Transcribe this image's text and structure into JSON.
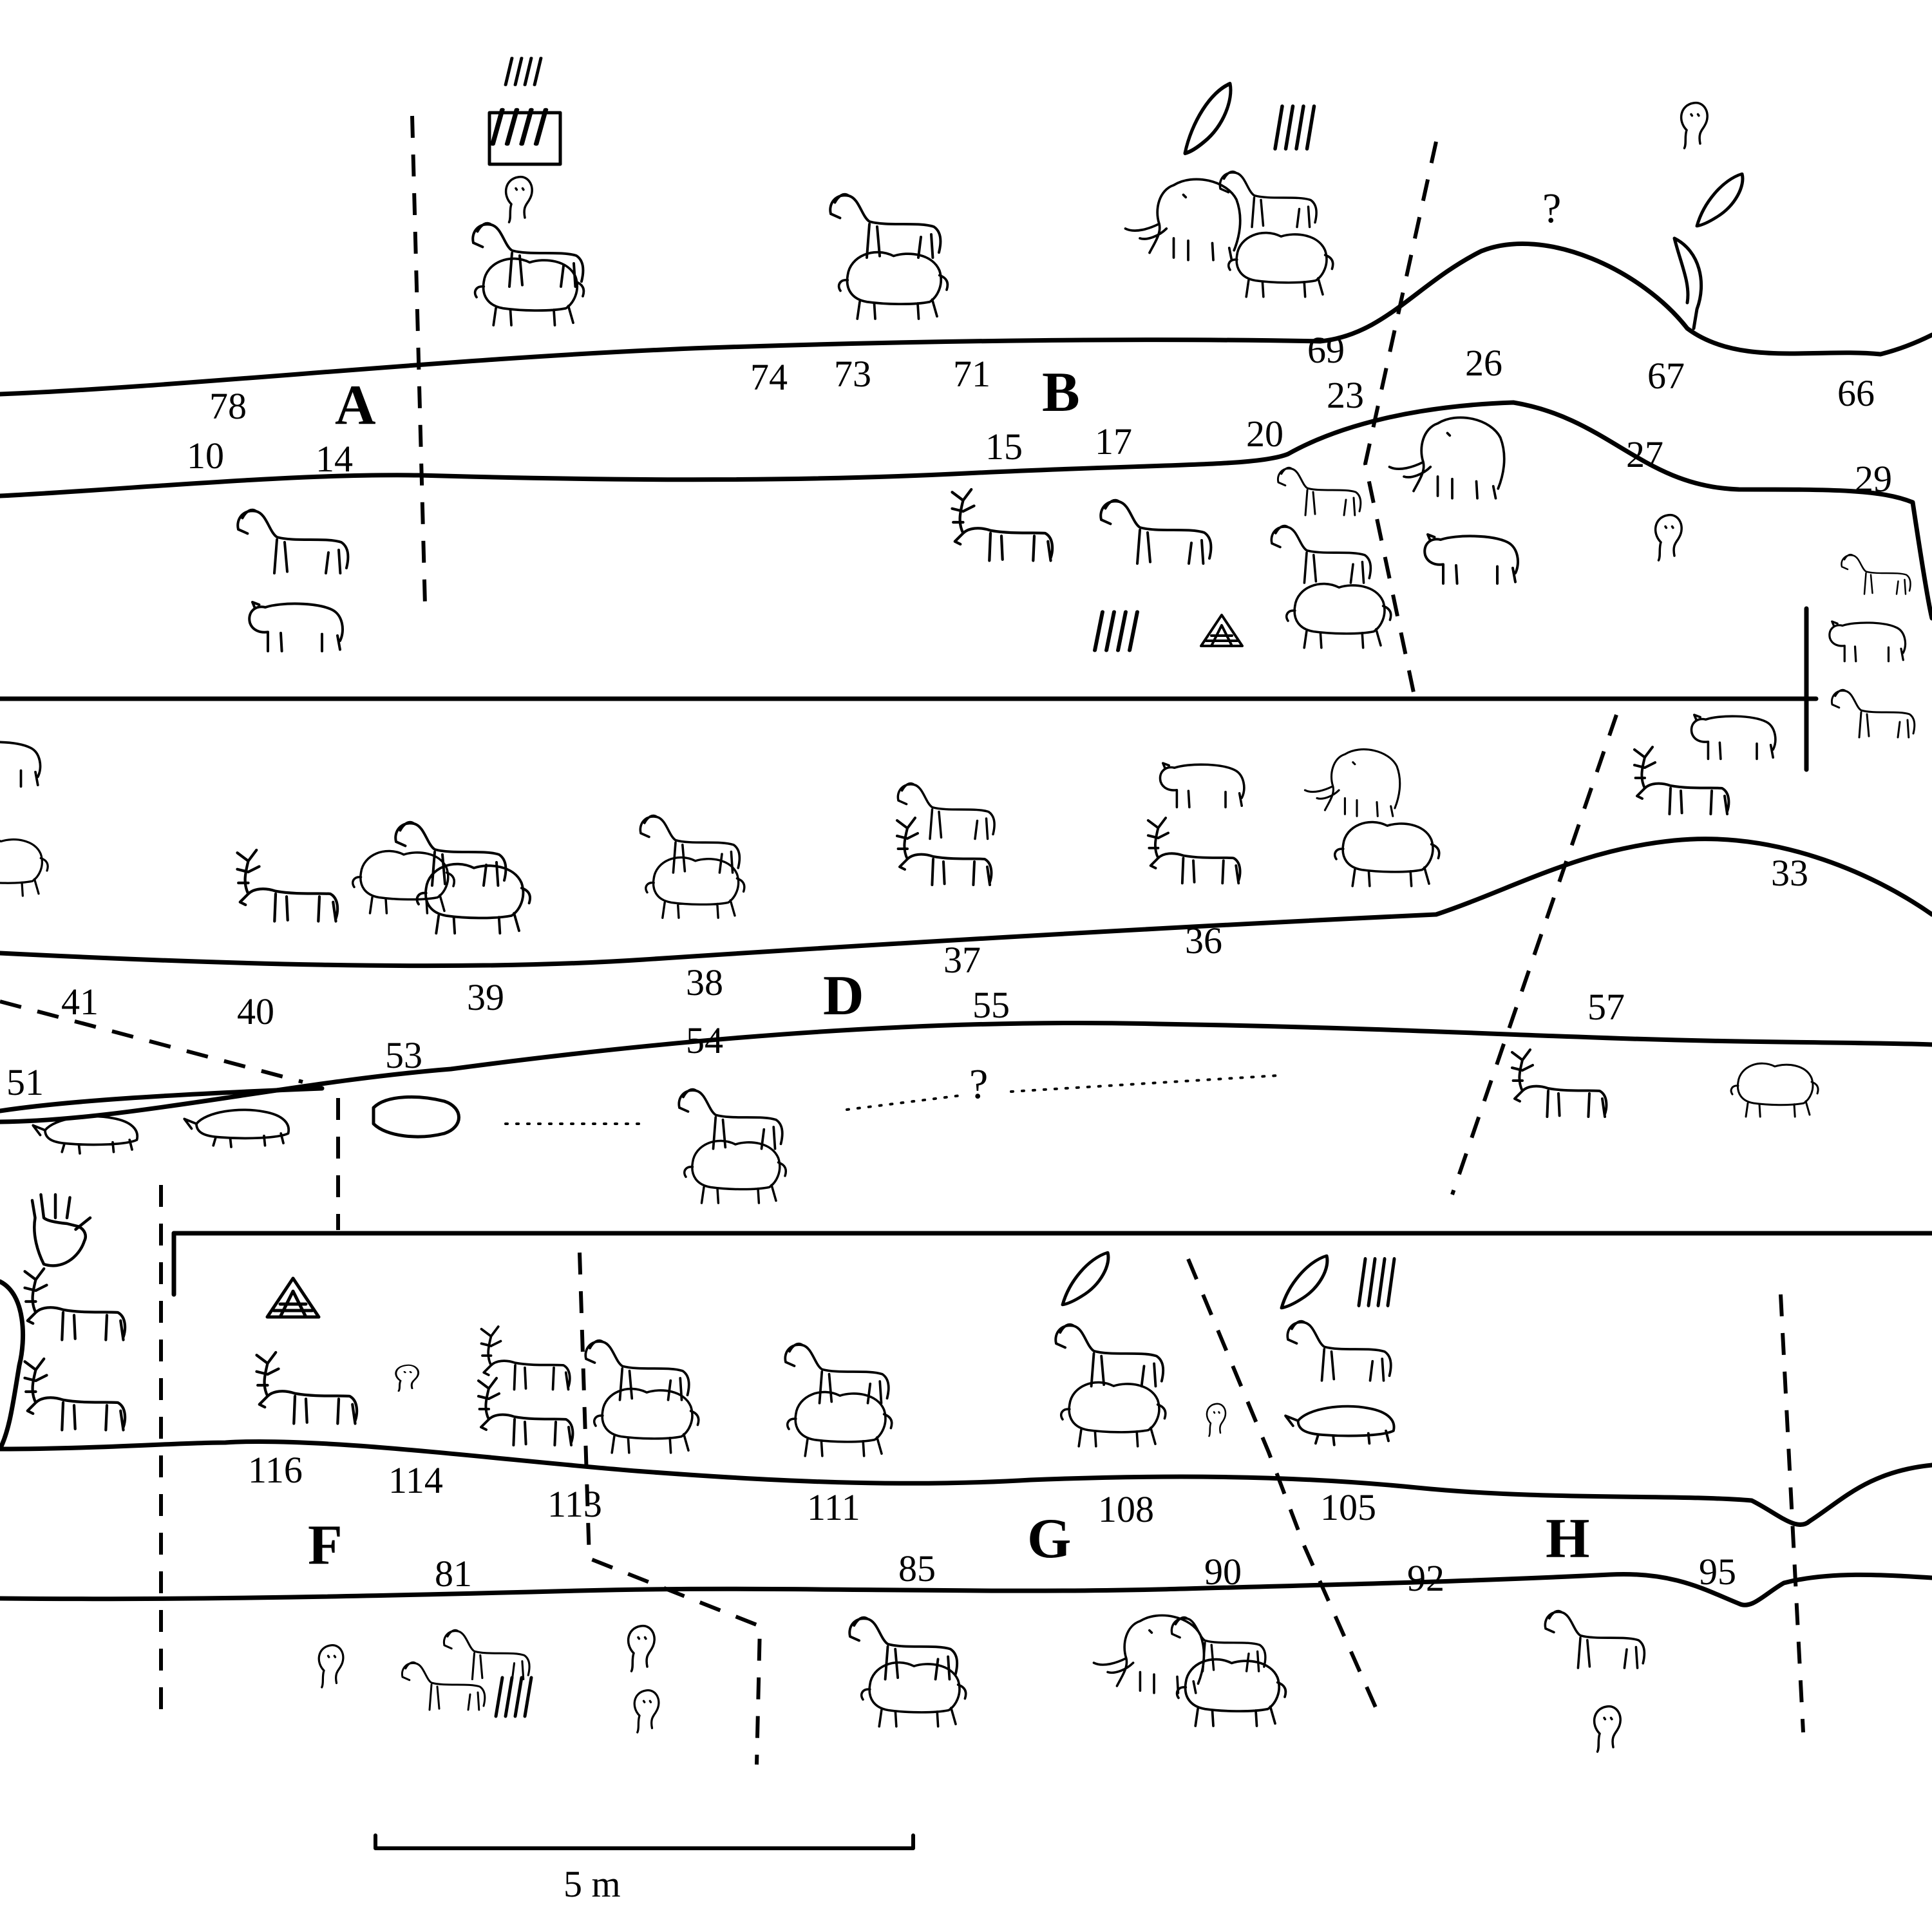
{
  "sections": [
    "A",
    "B",
    "D",
    "F",
    "G",
    "H"
  ],
  "numbers": {
    "n78": "78",
    "n10": "10",
    "n14": "14",
    "n74": "74",
    "n73": "73",
    "n71": "71",
    "n15": "15",
    "n17": "17",
    "n20": "20",
    "n69": "69",
    "n23": "23",
    "n26": "26",
    "n67": "67",
    "n66": "66",
    "n27": "27",
    "n29": "29",
    "n33": "33",
    "n36": "36",
    "n37": "37",
    "n38": "38",
    "n39": "39",
    "n40": "40",
    "n41": "41",
    "n55": "55",
    "n57": "57",
    "n53": "53",
    "n54": "54",
    "n51": "51",
    "n116": "116",
    "n114": "114",
    "n113": "113",
    "n111": "111",
    "n108": "108",
    "n105": "105",
    "n81": "81",
    "n85": "85",
    "n90": "90",
    "n92": "92",
    "n95": "95"
  },
  "uncertain_marks": [
    "?",
    "?"
  ],
  "scale_label": "5 m",
  "figure_types": [
    "horse",
    "bison",
    "mammoth",
    "reindeer",
    "rhinoceros",
    "bear",
    "hand",
    "sign",
    "head"
  ]
}
